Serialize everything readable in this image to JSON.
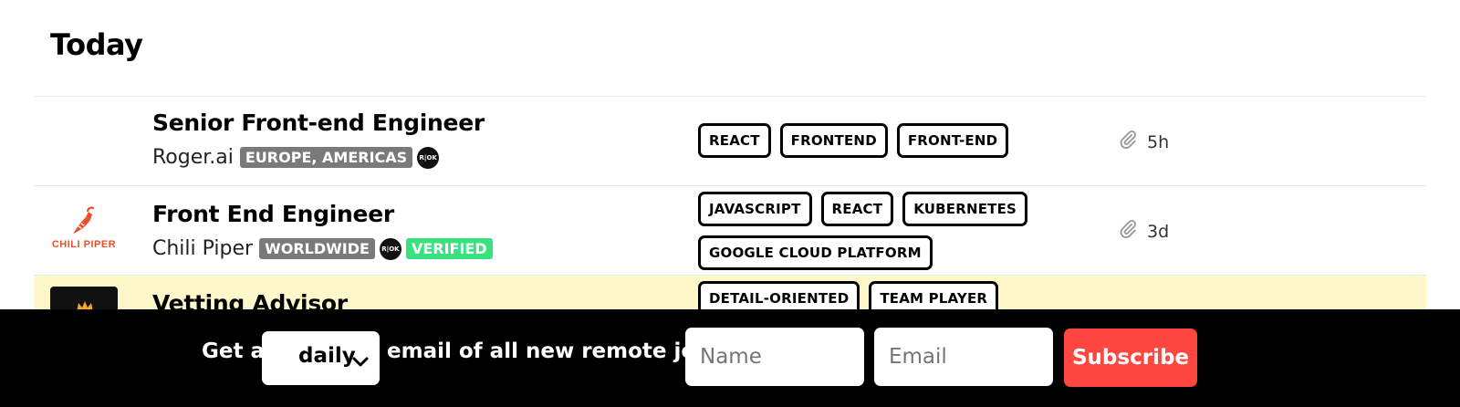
{
  "section": {
    "title": "Today"
  },
  "jobs": [
    {
      "title": "Senior Front-end Engineer",
      "company": "Roger.ai",
      "location": "EUROPE, AMERICAS",
      "ok_icon": "R|OK",
      "tags": [
        "REACT",
        "FRONTEND",
        "FRONT-END"
      ],
      "posted": "5h",
      "icon": "paperclip-icon"
    },
    {
      "title": "Front End Engineer",
      "company": "Chili Piper",
      "logo_text": "CHILI PIPER",
      "location": "WORLDWIDE",
      "ok_icon": "R|OK",
      "verified": "VERIFIED",
      "tags": [
        "JAVASCRIPT",
        "REACT",
        "KUBERNETES",
        "GOOGLE CLOUD PLATFORM"
      ],
      "posted": "3d",
      "icon": "paperclip-icon"
    },
    {
      "title": "Vetting Advisor",
      "tags": [
        "DETAIL-ORIENTED",
        "TEAM PLAYER"
      ],
      "highlight": "#fdf7c9"
    }
  ],
  "subscribe": {
    "prefix": "Get a",
    "frequency": "daily",
    "suffix": "email of all new remote jobs",
    "name_placeholder": "Name",
    "email_placeholder": "Email",
    "button": "Subscribe"
  },
  "colors": {
    "location_badge": "#7a7a7a",
    "verified_badge": "#38e27d",
    "subscribe_button": "#ff4742",
    "highlight_row": "#fdf7c9",
    "chili_brand": "#e9502a"
  }
}
